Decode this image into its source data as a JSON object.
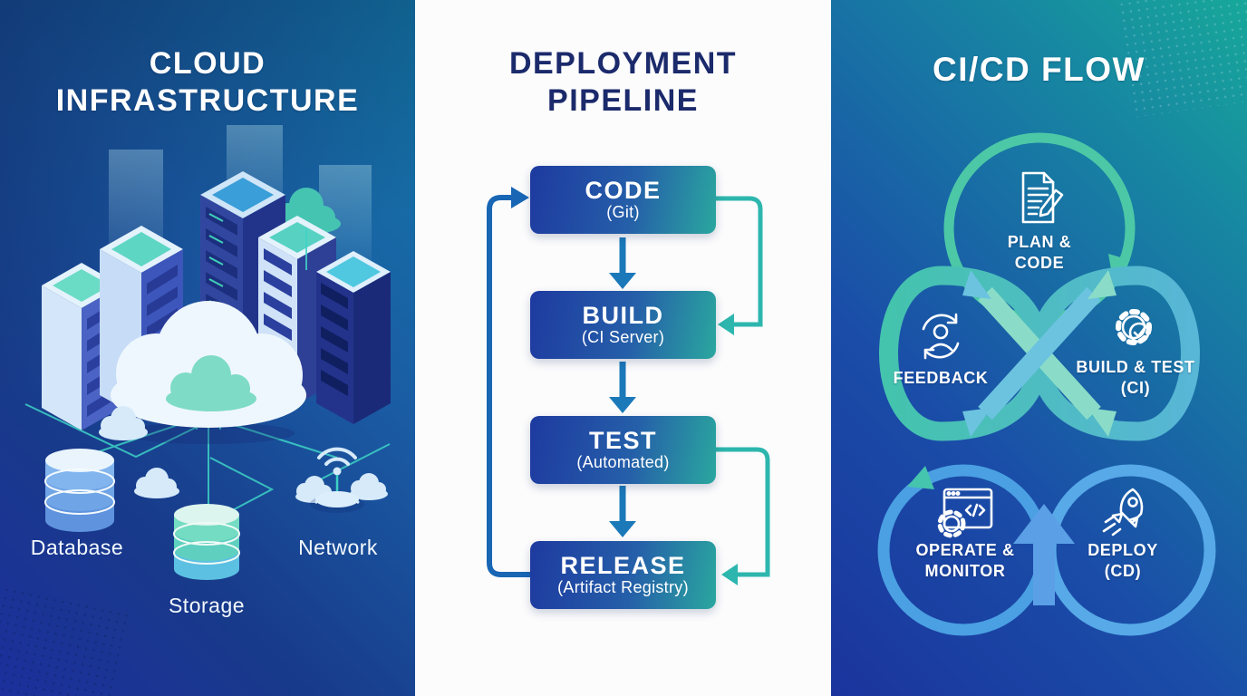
{
  "cloud_panel": {
    "title": [
      "CLOUD",
      "INFRASTRUCTURE"
    ],
    "labels": {
      "database": "Database",
      "storage": "Storage",
      "network": "Network"
    }
  },
  "pipeline_panel": {
    "title": [
      "DEPLOYMENT",
      "PIPELINE"
    ],
    "stages": [
      {
        "name": "CODE",
        "detail": "(Git)"
      },
      {
        "name": "BUILD",
        "detail": "(CI Server)"
      },
      {
        "name": "TEST",
        "detail": "(Automated)"
      },
      {
        "name": "RELEASE",
        "detail": "(Artifact Registry)"
      }
    ]
  },
  "cicd_panel": {
    "title": "CI/CD FLOW",
    "nodes": [
      {
        "id": "plan-code",
        "lines": [
          "PLAN &",
          "CODE"
        ]
      },
      {
        "id": "feedback",
        "lines": [
          "FEEDBACK"
        ]
      },
      {
        "id": "build-test",
        "lines": [
          "BUILD & TEST",
          "(CI)"
        ]
      },
      {
        "id": "operate-monitor",
        "lines": [
          "OPERATE &",
          "MONITOR"
        ]
      },
      {
        "id": "deploy",
        "lines": [
          "DEPLOY",
          "(CD)"
        ]
      }
    ]
  },
  "colors": {
    "panel_blue": "#1c2f9c",
    "panel_teal": "#17a89a",
    "pipeline_title_navy": "#1b2a6b",
    "stage_box_gradient": [
      "#1e3aa0",
      "#2aa79f"
    ],
    "down_arrow_blue": "#1b79b9",
    "feedback_line_blue": "#1866b4",
    "skip_line_teal": "#2db6ae",
    "loop_mint": "#4cc8a6",
    "loop_light_blue": "#54a7e7",
    "text_white": "#ffffff"
  }
}
